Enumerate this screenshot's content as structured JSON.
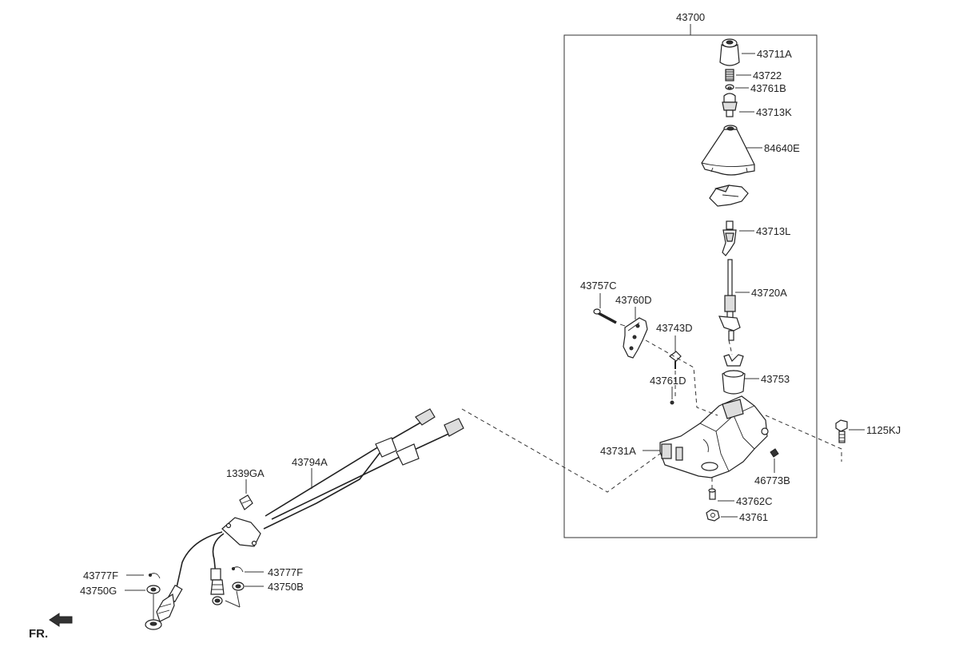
{
  "labels": {
    "assembly": "43700",
    "knob": "43711A",
    "spring": "43722",
    "bush_top": "43761B",
    "knob_adapter": "43713K",
    "boot": "84640E",
    "lever_upper": "43713L",
    "lever_rod": "43720A",
    "bolt_43757c": "43757C",
    "bracket": "43760D",
    "clip": "43743D",
    "pin": "43761D",
    "bushing": "43753",
    "bolt_1125kj": "1125KJ",
    "housing": "43731A",
    "grommet": "46773B",
    "collar": "43762C",
    "nut": "43761",
    "clip_1339ga": "1339GA",
    "cable": "43794A",
    "pin_left": "43777F",
    "washer_left": "43750G",
    "pin_right": "43777F",
    "washer_right": "43750B",
    "front_marker": "FR."
  }
}
